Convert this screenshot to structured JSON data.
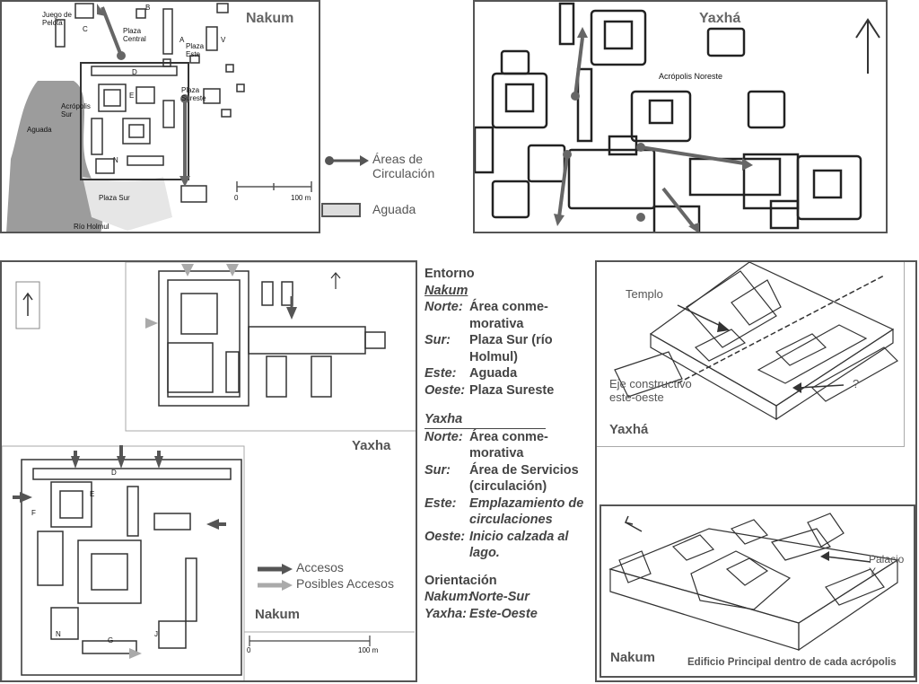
{
  "map_nakum": {
    "title": "Nakum",
    "labels": {
      "juego": "Juego de Pelota",
      "plaza_central": "Plaza Central",
      "plaza_este": "Plaza Este",
      "plaza_sureste": "Plaza Sureste",
      "acropolis_sur": "Acrópolis Sur",
      "aguada": "Aguada",
      "plaza_sur": "Plaza Sur",
      "rio": "Río Holmul",
      "a": "A",
      "b": "B",
      "c": "C",
      "d": "D",
      "e": "E",
      "n": "N",
      "v": "V"
    },
    "legend": {
      "circulacion": "Áreas de Circulación",
      "aguada": "Aguada"
    },
    "scale": {
      "zero": "0",
      "end": "100 m"
    }
  },
  "map_yaxha": {
    "title": "Yaxhá",
    "label": "Acrópolis Noreste"
  },
  "plan": {
    "yaxha_label": "Yaxha",
    "nakum_label": "Nakum",
    "legend": {
      "accesos": "Accesos",
      "posibles": "Posibles Accesos"
    },
    "scale": {
      "zero": "0",
      "end": "100 m"
    },
    "letters": {
      "d": "D",
      "e": "E",
      "f": "F",
      "n": "N",
      "g": "G",
      "j": "J"
    }
  },
  "text": {
    "entorno": "Entorno",
    "nakum": {
      "title": "Nakum",
      "rows": [
        {
          "k": "Norte:",
          "v": "Área conme- morativa"
        },
        {
          "k": "Sur:",
          "v": "Plaza Sur (río Holmul)"
        },
        {
          "k": "Este:",
          "v": "Aguada"
        },
        {
          "k": "Oeste:",
          "v": "Plaza Sureste"
        }
      ]
    },
    "yaxha": {
      "title": "Yaxha",
      "rows": [
        {
          "k": "Norte:",
          "v": "Área conme- morativa"
        },
        {
          "k": "Sur:",
          "v": "Área de Servicios (circulación)"
        },
        {
          "k": "Este:",
          "v": "Emplazamiento de circulaciones"
        },
        {
          "k": "Oeste:",
          "v": "Inicio calzada al lago."
        }
      ]
    },
    "orientacion": "Orientación",
    "orient_rows": [
      {
        "k": "Nakum:",
        "v": "Norte-Sur"
      },
      {
        "k": "Yaxha:",
        "v": "Este-Oeste"
      }
    ]
  },
  "perspective": {
    "templo": "Templo",
    "eje": "Eje constructivo este-oeste",
    "question": "?",
    "yaxha": "Yaxhá",
    "palacio": "Palacio Y",
    "nakum": "Nakum",
    "caption": "Edificio Principal dentro de cada acrópolis"
  }
}
